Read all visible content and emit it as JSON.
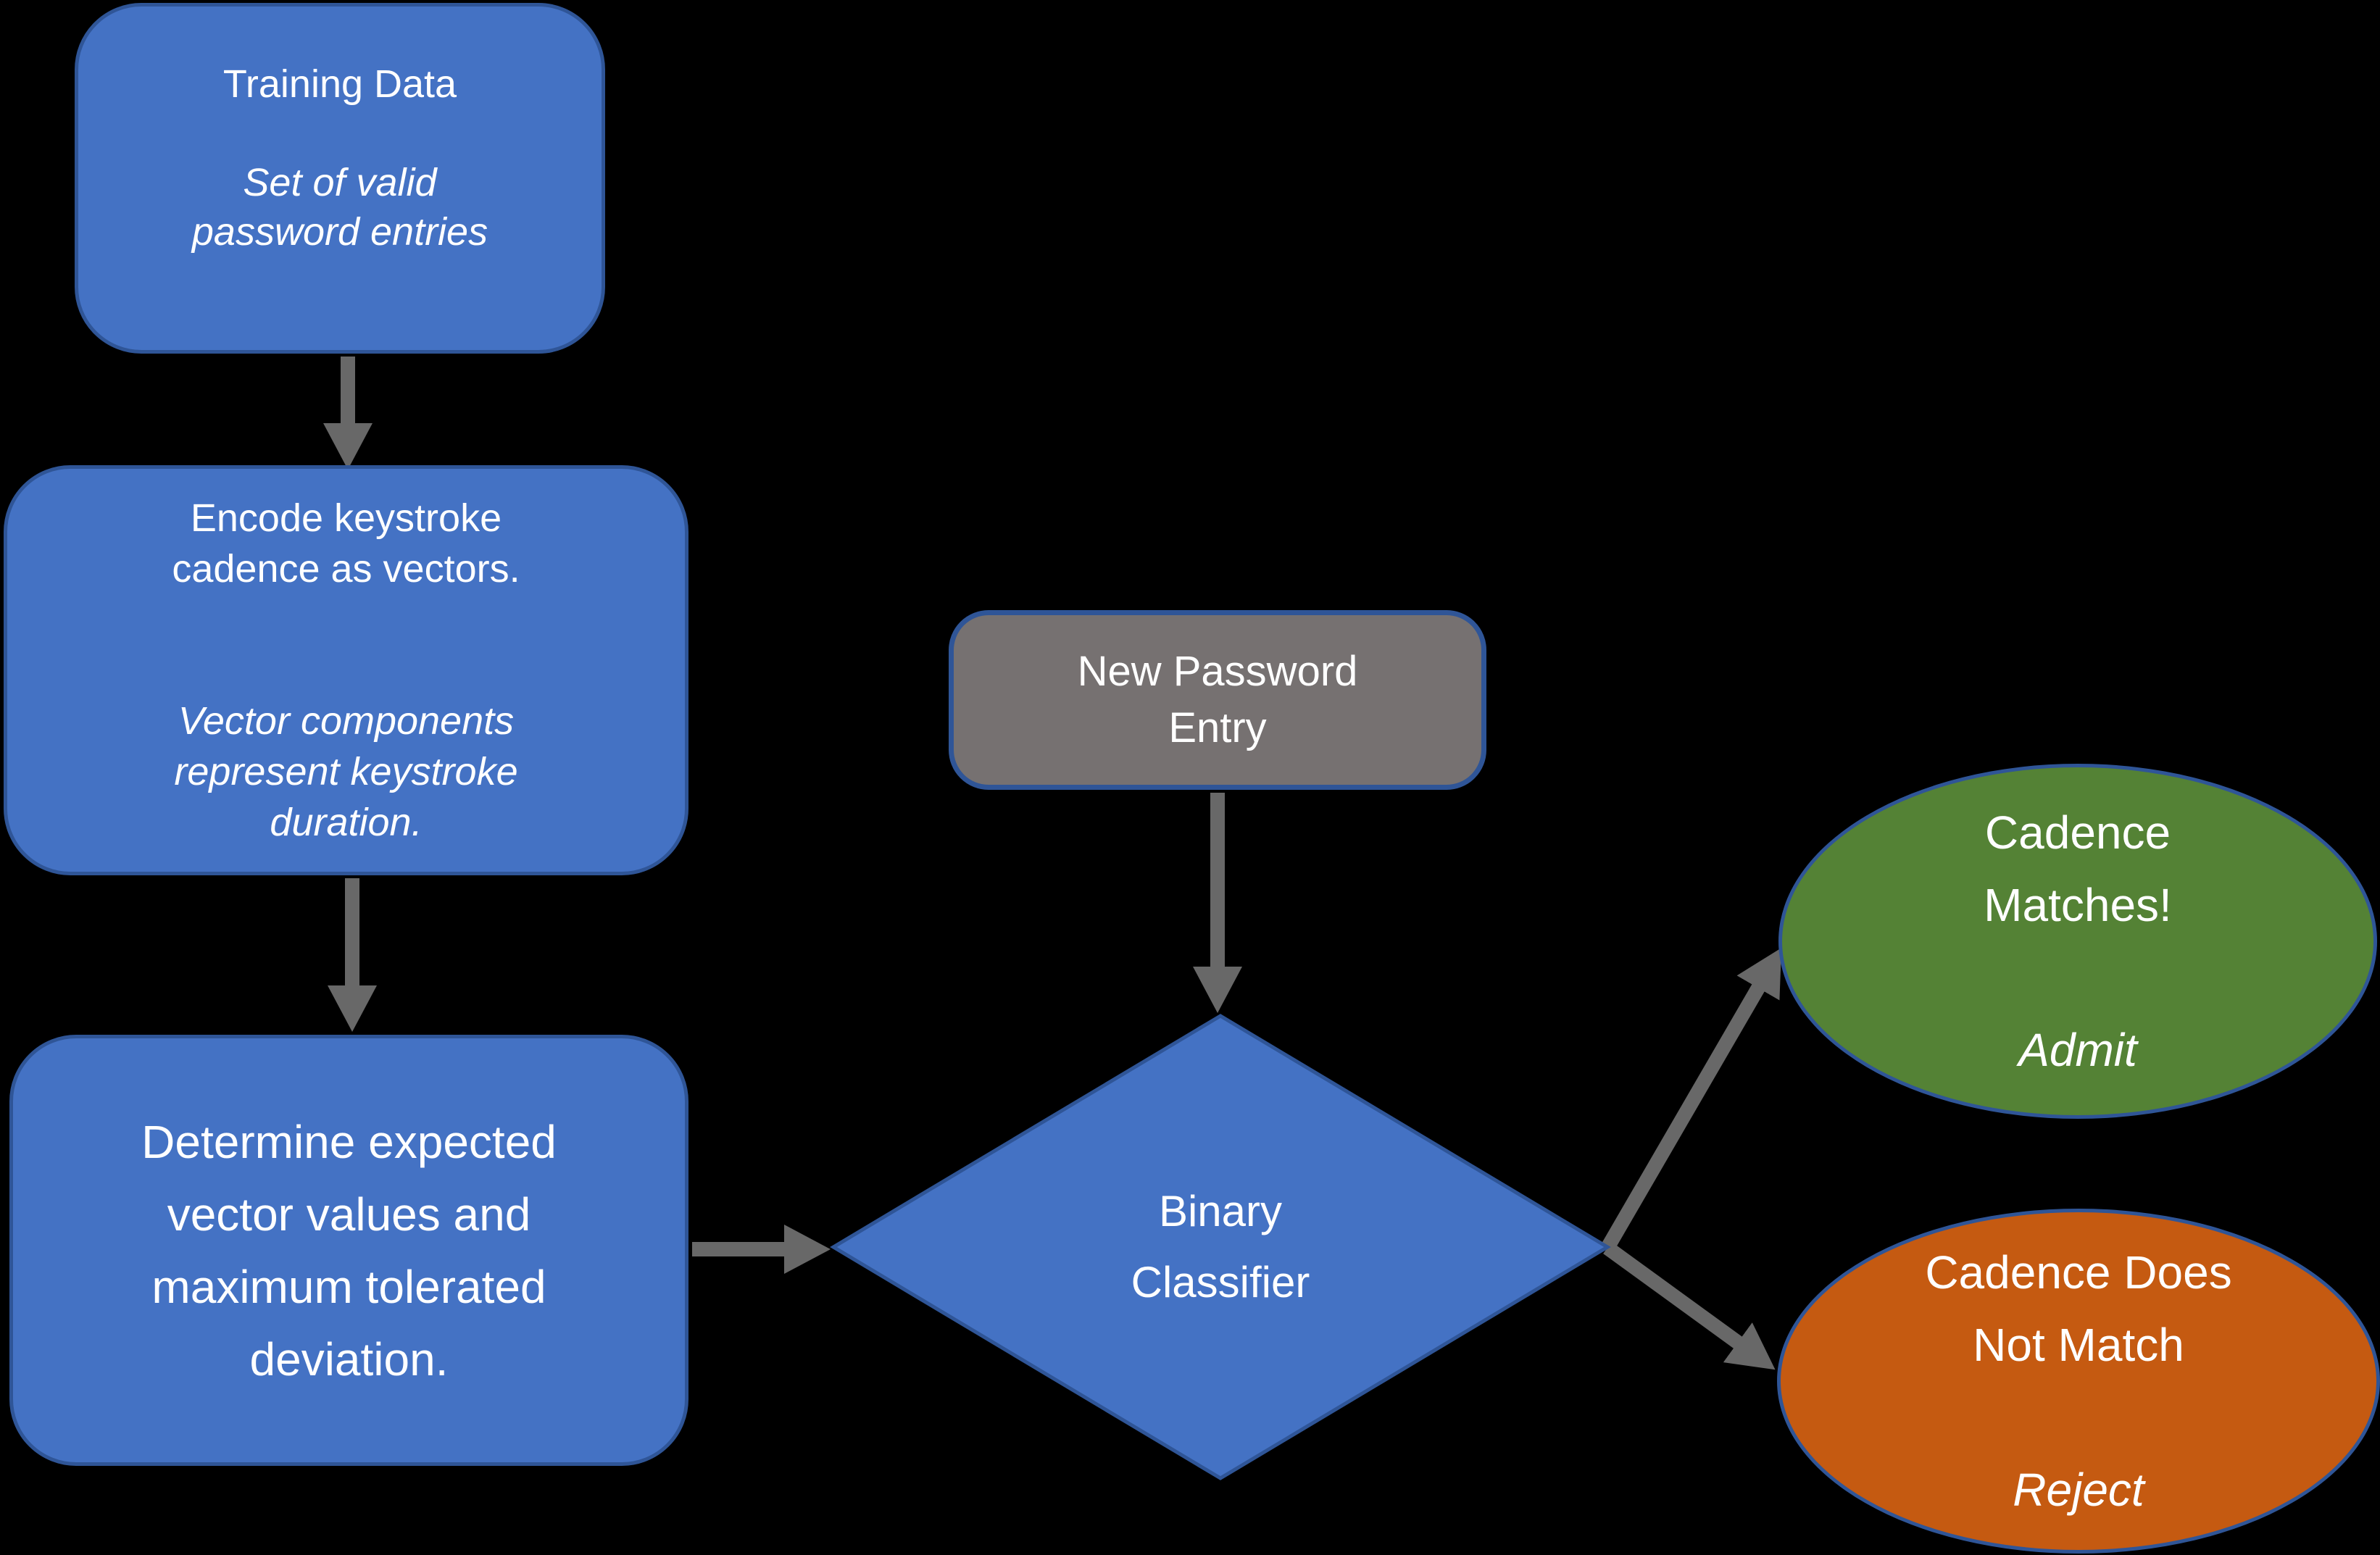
{
  "colors": {
    "background": "#000000",
    "node_blue": "#4472C4",
    "node_blue_border": "#2F5597",
    "node_gray": "#767171",
    "node_gray_border": "#2F5597",
    "node_green": "#548235",
    "node_orange": "#C55A11",
    "ellipse_border": "#2F5597",
    "arrow": "#686868",
    "text": "#FFFFFF"
  },
  "nodes": {
    "training_data": {
      "title": "Training Data",
      "note": "Set of valid\npassword entries"
    },
    "encode": {
      "title": "Encode keystroke\ncadence as vectors.",
      "note": "Vector components\nrepresent keystroke\nduration."
    },
    "determine": {
      "title": "Determine expected\nvector values and\nmaximum tolerated\ndeviation."
    },
    "new_password": {
      "title": "New Password\nEntry"
    },
    "classifier": {
      "title": "Binary\nClassifier"
    },
    "match": {
      "title": "Cadence\nMatches!",
      "note": "Admit"
    },
    "no_match": {
      "title": "Cadence Does\nNot Match",
      "note": "Reject"
    }
  }
}
